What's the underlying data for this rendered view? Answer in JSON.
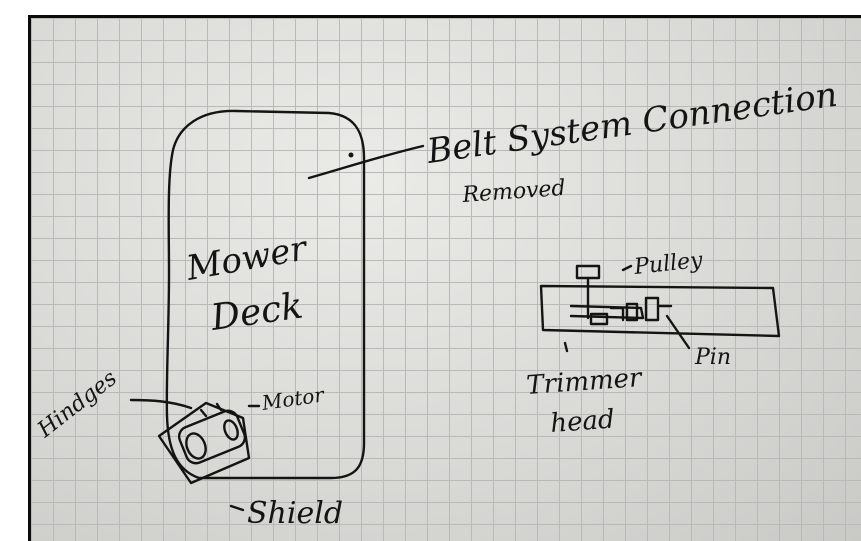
{
  "diagram": {
    "labels": {
      "belt_system": "Belt System Connection",
      "removed": "Removed",
      "mower": "Mower",
      "deck": "Deck",
      "pulley": "Pulley",
      "pin": "Pin",
      "trimmer": "Trimmer",
      "head": "head",
      "hindges": "Hindges",
      "motor": "Motor",
      "shield": "Shield"
    }
  },
  "colors": {
    "ink": "#141414",
    "paper": "#dcdcd9",
    "grid": "#b9bab8",
    "frame": "#0b0b0b"
  }
}
